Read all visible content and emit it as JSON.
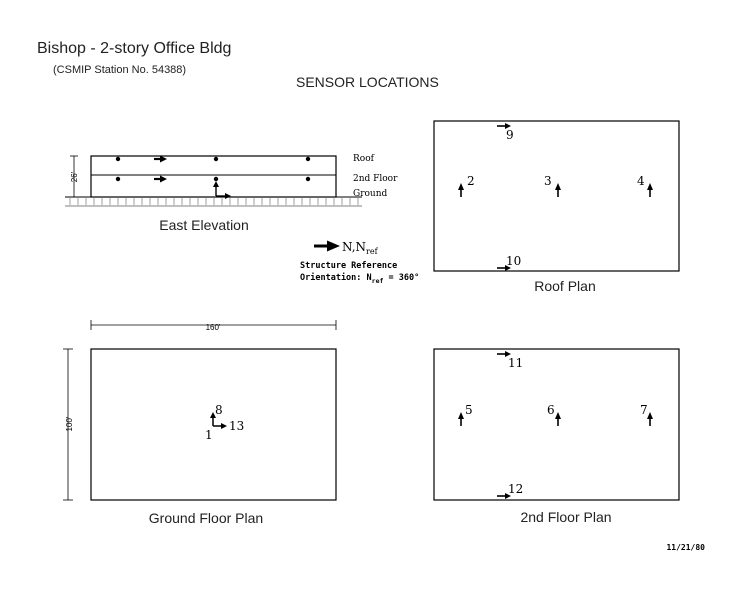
{
  "header": {
    "title": "Bishop - 2-story Office Bldg",
    "station": "(CSMIP Station No. 54388)",
    "heading": "SENSOR LOCATIONS"
  },
  "elevation": {
    "caption": "East Elevation",
    "height_label": "26'",
    "level_labels": [
      "Roof",
      "2nd Floor",
      "Ground"
    ]
  },
  "reference": {
    "north_main": "N,N",
    "north_sub": "ref",
    "line1": "Structure Reference",
    "line2_prefix": "Orientation: N",
    "line2_sub": "ref",
    "line2_suffix": " = 360°"
  },
  "roof_plan": {
    "caption": "Roof Plan",
    "sensors": [
      "9",
      "2",
      "3",
      "4",
      "10"
    ]
  },
  "ground_plan": {
    "caption": "Ground Floor Plan",
    "width_label": "160'",
    "depth_label": "100'",
    "sensors": [
      "8",
      "1",
      "13"
    ]
  },
  "second_floor_plan": {
    "caption": "2nd Floor Plan",
    "sensors": [
      "11",
      "5",
      "6",
      "7",
      "12"
    ]
  },
  "date": "11/21/80"
}
